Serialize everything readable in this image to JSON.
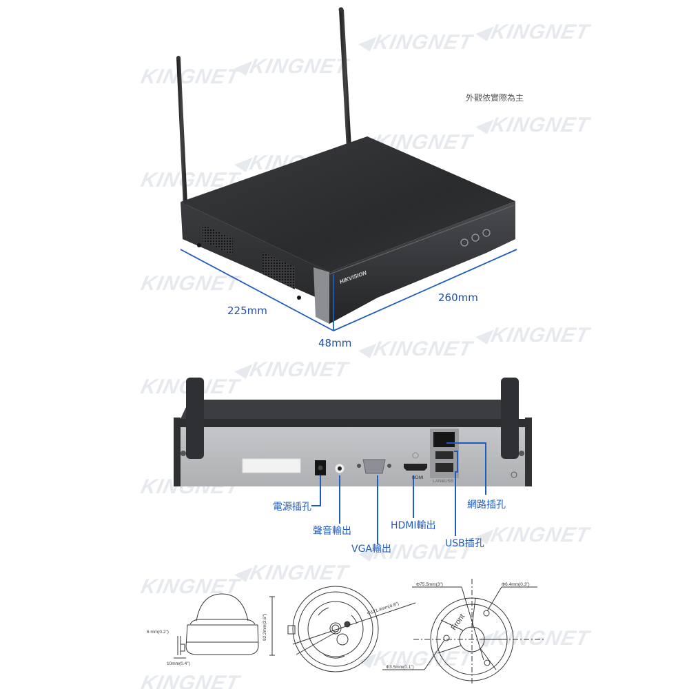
{
  "watermark": {
    "text": "KINGNET",
    "arrow": "◀"
  },
  "top_view": {
    "note": "外觀依實際為主",
    "brand_on_front": "HIKVISION",
    "dimensions": {
      "depth": "225mm",
      "width": "260mm",
      "height": "48mm"
    },
    "colors": {
      "dimension_line": "#1f5bbd",
      "body": "#2e2f31",
      "front_bezel": "#3a3b3d"
    }
  },
  "rear_view": {
    "ports": [
      {
        "id": "power",
        "label": "電源插孔"
      },
      {
        "id": "audio",
        "label": "聲音輸出"
      },
      {
        "id": "vga",
        "label": "VGA輸出"
      },
      {
        "id": "hdmi",
        "label": "HDMI輸出"
      },
      {
        "id": "usb",
        "label": "USB插孔"
      },
      {
        "id": "lan",
        "label": "網路插孔"
      }
    ],
    "panel_markings": {
      "hdmi": "HDMI",
      "lan_usb": "LAN&USB"
    },
    "colors": {
      "callout": "#1f5bbd",
      "panel": "#b9bbbe"
    }
  },
  "camera_drawings": {
    "side": {
      "height": "92.2mm(3.6\")",
      "cable_offset": "6 mm(0.2\")",
      "cable_width": "10mm(0.4\")"
    },
    "bottom": {
      "diameter": "Φ121.4mm(4.8\")"
    },
    "mount": {
      "outer": "Φ75.5mm(3\")",
      "hole_large": "Φ6.4mm(0.3\")",
      "hole_small": "Φ3.5mm(0.1\")",
      "front_marker": "Front"
    }
  }
}
